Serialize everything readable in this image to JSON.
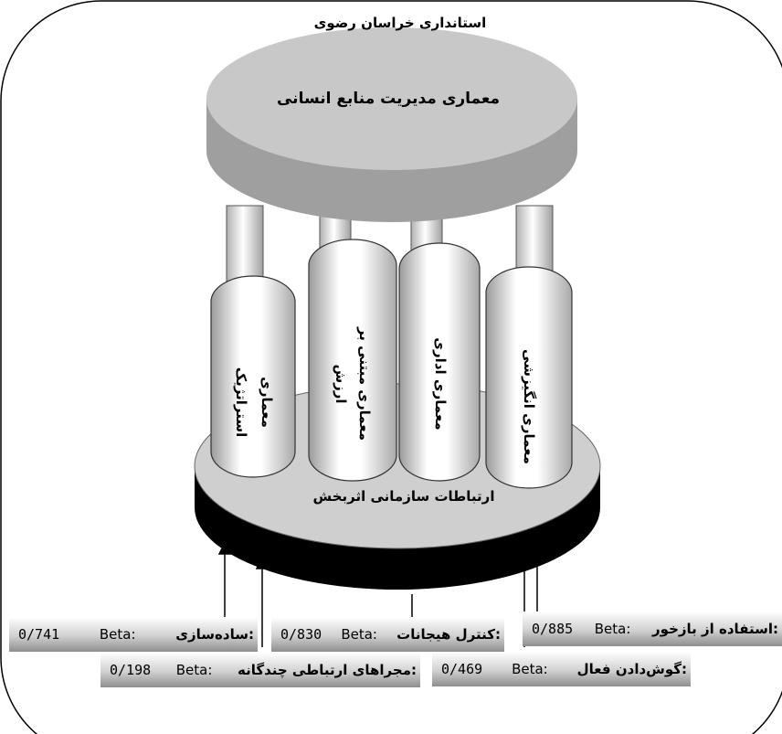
{
  "title": "استانداری خراسان رضوی",
  "top_disc": "معماری مدیریت منابع انسانی",
  "base_disc": "ارتباطات سازمانی اثربخش",
  "pillars": [
    {
      "line1": "معماری",
      "line2": "استراتژیک"
    },
    {
      "line1": "معماری مبتنی بر",
      "line2": "ارزش"
    },
    {
      "line1": "معماری اداری",
      "line2": ""
    },
    {
      "line1": "معماری انگیزشی",
      "line2": ""
    }
  ],
  "factors": [
    {
      "label": "ساده‌سازی:",
      "beta_label": "Beta:",
      "value": "0/741"
    },
    {
      "label": "کنترل هیجانات:",
      "beta_label": "Beta:",
      "value": "0/830"
    },
    {
      "label": "استفاده از بازخور:",
      "beta_label": "Beta:",
      "value": "0/885"
    },
    {
      "label": "مجراهای ارتباطی چندگانه:",
      "beta_label": "Beta:",
      "value": "0/198"
    },
    {
      "label": "گوش‌دادن فعال:",
      "beta_label": "Beta:",
      "value": "0/469"
    }
  ]
}
